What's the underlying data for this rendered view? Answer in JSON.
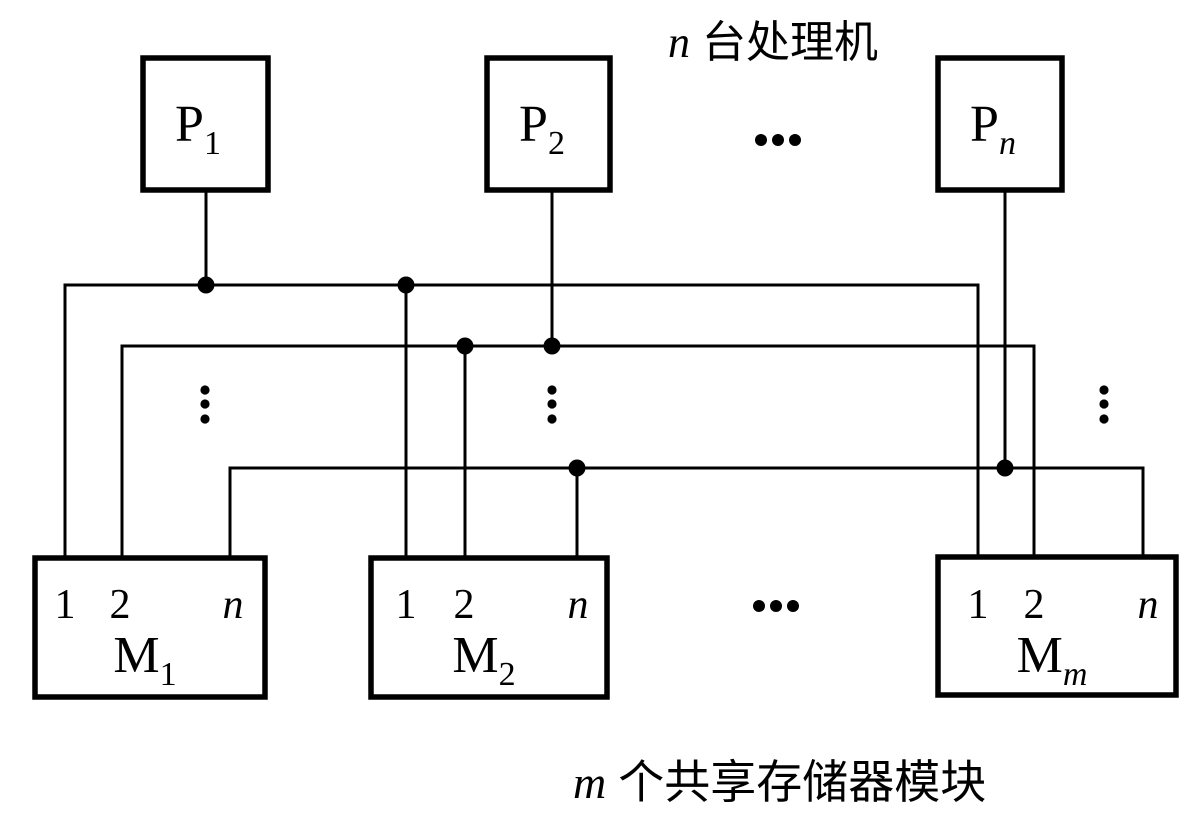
{
  "diagram": {
    "background_color": "#ffffff",
    "line_color": "#000000",
    "top_annotation": {
      "variable": "n",
      "label": "台处理机"
    },
    "bottom_annotation": {
      "variable": "m",
      "label": "个共享存储器模块"
    },
    "processor_row_ellipsis": "...",
    "memory_row_ellipsis": "...",
    "column_ellipsis": "⋮",
    "processors": [
      {
        "base": "P",
        "sub": "1"
      },
      {
        "base": "P",
        "sub": "2"
      },
      {
        "base": "P",
        "sub": "n"
      }
    ],
    "memories": [
      {
        "base": "M",
        "sub": "1",
        "ports": [
          "1",
          "2",
          "n"
        ]
      },
      {
        "base": "M",
        "sub": "2",
        "ports": [
          "1",
          "2",
          "n"
        ]
      },
      {
        "base": "M",
        "sub": "m",
        "ports": [
          "1",
          "2",
          "n"
        ]
      }
    ]
  }
}
